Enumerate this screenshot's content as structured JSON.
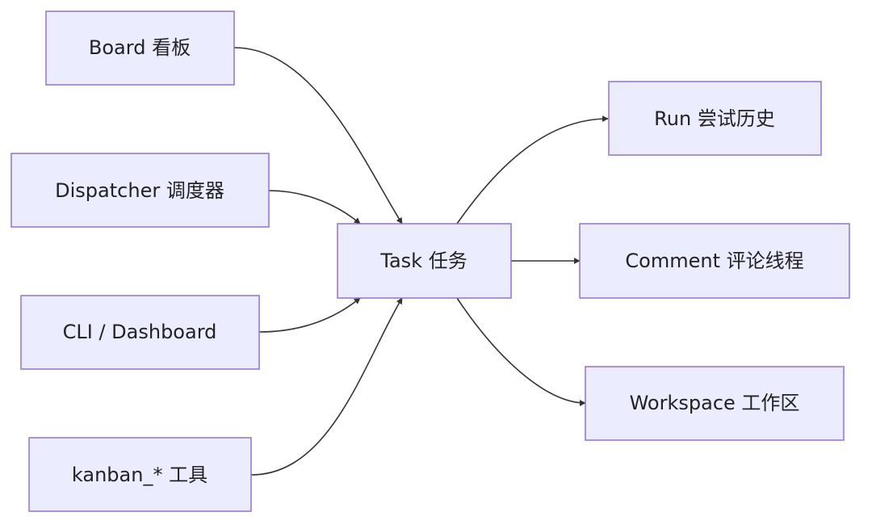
{
  "diagram": {
    "type": "flowchart",
    "nodes": [
      {
        "id": "board",
        "label": "Board 看板"
      },
      {
        "id": "dispatcher",
        "label": "Dispatcher 调度器"
      },
      {
        "id": "cli",
        "label": "CLI / Dashboard"
      },
      {
        "id": "kanban",
        "label": "kanban_* 工具"
      },
      {
        "id": "task",
        "label": "Task 任务"
      },
      {
        "id": "run",
        "label": "Run 尝试历史"
      },
      {
        "id": "comment",
        "label": "Comment 评论线程"
      },
      {
        "id": "workspace",
        "label": "Workspace 工作区"
      }
    ],
    "edges": [
      {
        "from": "board",
        "to": "task"
      },
      {
        "from": "dispatcher",
        "to": "task"
      },
      {
        "from": "cli",
        "to": "task"
      },
      {
        "from": "kanban",
        "to": "task"
      },
      {
        "from": "task",
        "to": "run"
      },
      {
        "from": "task",
        "to": "comment"
      },
      {
        "from": "task",
        "to": "workspace"
      }
    ],
    "colors": {
      "node_fill": "#ececff",
      "node_stroke": "#9370db",
      "edge": "#333333",
      "text": "#222222"
    }
  }
}
